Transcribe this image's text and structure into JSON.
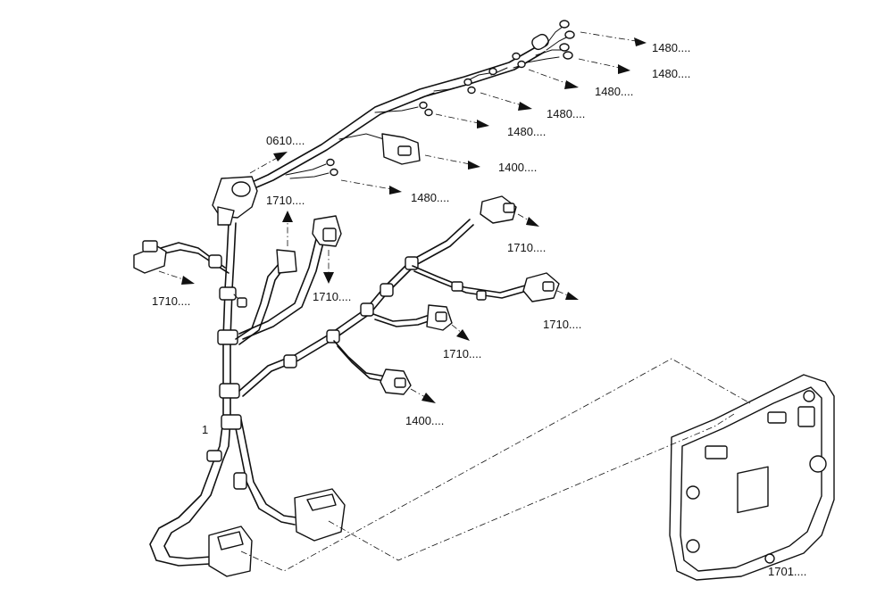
{
  "diagram": {
    "assembly_number": "1",
    "callouts": [
      {
        "key": "c0",
        "label": "1480...."
      },
      {
        "key": "c1",
        "label": "1480...."
      },
      {
        "key": "c2",
        "label": "1480...."
      },
      {
        "key": "c3",
        "label": "1480...."
      },
      {
        "key": "c4",
        "label": "1480...."
      },
      {
        "key": "c5",
        "label": "1400...."
      },
      {
        "key": "c6",
        "label": "1480...."
      },
      {
        "key": "c7",
        "label": "0610...."
      },
      {
        "key": "c8",
        "label": "1710...."
      },
      {
        "key": "c9",
        "label": "1710...."
      },
      {
        "key": "c10",
        "label": "1710...."
      },
      {
        "key": "c11",
        "label": "1710...."
      },
      {
        "key": "c12",
        "label": "1710...."
      },
      {
        "key": "c13",
        "label": "1710...."
      },
      {
        "key": "c14",
        "label": "1400...."
      },
      {
        "key": "c15",
        "label": "1701...."
      }
    ]
  }
}
